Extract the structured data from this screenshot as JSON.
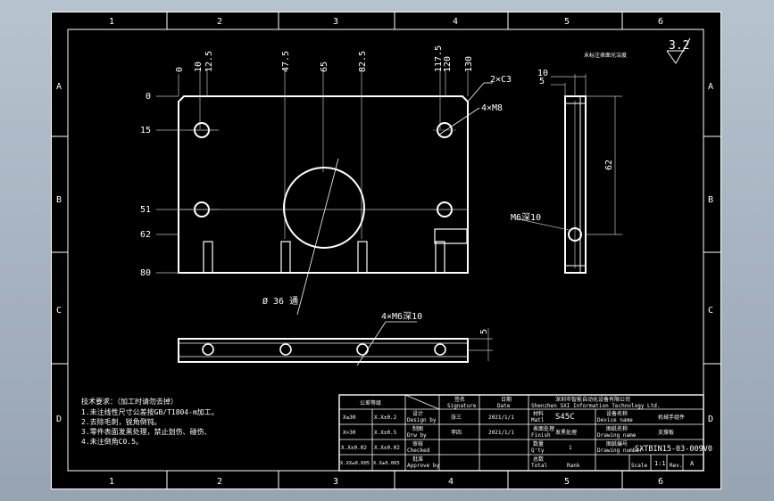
{
  "sheet": {
    "top_ruler": [
      "1",
      "2",
      "3",
      "4",
      "5",
      "6"
    ],
    "bottom_ruler": [
      "1",
      "2",
      "3",
      "4",
      "5",
      "6"
    ],
    "side_ruler": [
      "A",
      "B",
      "C",
      "D"
    ],
    "roughness": "3.2",
    "roughness_note": "未标注表面光洁度"
  },
  "front_view": {
    "top_dims": [
      "0",
      "10",
      "12.5",
      "47.5",
      "65",
      "82.5",
      "117.5",
      "120",
      "130"
    ],
    "left_dims": [
      "0",
      "15",
      "51",
      "62",
      "80"
    ],
    "chamfer": "2×C3",
    "holes": "4×M8",
    "bore": "Ø 36 通"
  },
  "side_view": {
    "dim_10": "10",
    "dim_5": "5",
    "dim_62": "62",
    "thread": "M6深10"
  },
  "bottom_view": {
    "holes": "4×M6深10",
    "dim_5": "5"
  },
  "notes": {
    "title": "技术要求：（加工时请勿去掉）",
    "lines": [
      "1.未注线性尺寸公差按GB/T1804-m加工。",
      "2.去除毛刺，锐角倒钝。",
      "3.零件表面发黑处理，禁止划伤、碰伤、",
      "4.未注倒角C0.5。"
    ]
  },
  "title_block": {
    "tolerance_header": "公差等级",
    "signature_header": "签名",
    "signature_en": "Signature",
    "date_header": "日期",
    "date_en": "Date",
    "company_cn": "深圳市智能自动化设备有限公司",
    "company_en": "Shenzhen SXI Information Technology Ltd.",
    "rows": [
      {
        "range": "X≤30",
        "tol": "X.X±0.2",
        "role_cn": "设计",
        "role_en": "Design by",
        "sign": "张三",
        "date": "2021/1/1",
        "label_cn": "材料",
        "label_en": "Matl",
        "value": "S45C",
        "name_cn": "设备名称",
        "name_en": "Device name",
        "name_value": "机械手组件"
      },
      {
        "range": "X>30",
        "tol": "X.X±0.5",
        "role_cn": "制图",
        "role_en": "Drw by",
        "sign": "李四",
        "date": "2021/1/1",
        "label_cn": "表面处理",
        "label_en": "Finish",
        "value": "发黑处理",
        "name_cn": "图纸名称",
        "name_en": "Drawing name",
        "name_value": "支撑板"
      },
      {
        "range": "X.X±0.02",
        "tol": "X.X±0.02",
        "role_cn": "审核",
        "role_en": "Checked",
        "sign": "",
        "date": "",
        "label_cn": "数量",
        "label_en": "Q'ty",
        "value": "1",
        "name_cn": "图纸编号",
        "name_en": "Drawing number",
        "name_value": "SXTBIN15-03-009V0"
      },
      {
        "range": "X.XX±0.005",
        "tol": "X.X±0.005",
        "role_cn": "批准",
        "role_en": "Approve by",
        "sign": "",
        "date": "",
        "label_cn": "总数",
        "label_en": "Total",
        "value": "",
        "name_cn": "",
        "name_en": "",
        "name_value": ""
      }
    ],
    "rank_en": "Rank",
    "scale_en": "Scale",
    "scale": "1:1",
    "rev_en": "Rev.",
    "rev": "A"
  }
}
